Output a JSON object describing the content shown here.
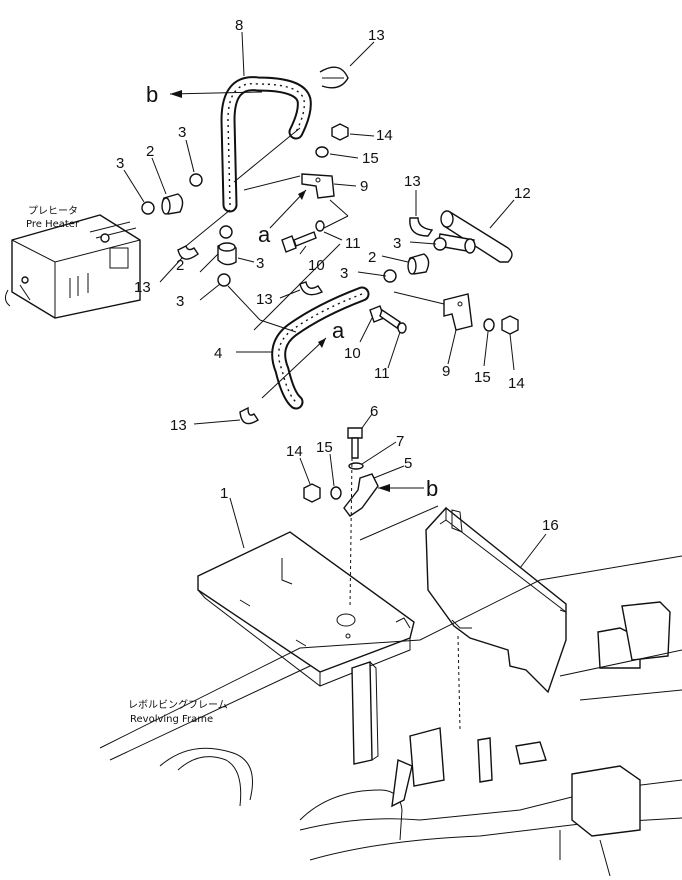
{
  "callouts": {
    "n1": "1",
    "n2a": "2",
    "n2b": "2",
    "n2c": "2",
    "n3a": "3",
    "n3b": "3",
    "n3c": "3",
    "n3d": "3",
    "n3e": "3",
    "n3f": "3",
    "n4": "4",
    "n5": "5",
    "n6": "6",
    "n7": "7",
    "n8": "8",
    "n9a": "9",
    "n9b": "9",
    "n10a": "10",
    "n10b": "10",
    "n11a": "11",
    "n11b": "11",
    "n12": "12",
    "n13a": "13",
    "n13b": "13",
    "n13c": "13",
    "n13d": "13",
    "n13e": "13",
    "n14a": "14",
    "n14b": "14",
    "n14c": "14",
    "n15a": "15",
    "n15b": "15",
    "n15c": "15",
    "n16": "16"
  },
  "letters": {
    "b_top": "b",
    "a_upper": "a",
    "a_lower": "a",
    "b_bottom": "b"
  },
  "labels": {
    "pre_heater_jp": "プレヒータ",
    "pre_heater_en": "Pre Heater",
    "revolving_frame_jp": "レボルビングフレーム",
    "revolving_frame_en": "Revolving Frame"
  }
}
